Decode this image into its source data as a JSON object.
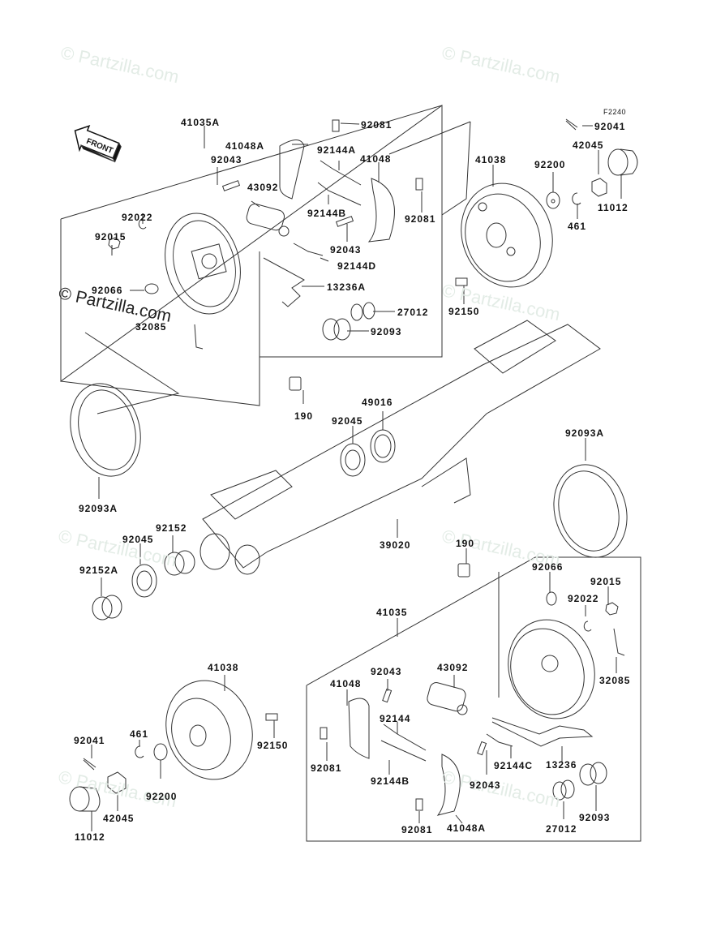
{
  "diagram": {
    "figure_code": "F2240",
    "front_label": "FRONT",
    "watermark": "© Partzilla.com",
    "upper_assembly": {
      "assembly_label": "41035A",
      "parts": [
        "41048A",
        "92081",
        "92043",
        "92144A",
        "41048",
        "43092",
        "92144B",
        "92081",
        "92022",
        "92015",
        "92043",
        "92144D",
        "92066",
        "13236A",
        "27012",
        "32085",
        "92093"
      ]
    },
    "upper_hub": {
      "parts": [
        "92041",
        "42045",
        "41038",
        "92200",
        "11012",
        "461",
        "92150"
      ]
    },
    "axle": {
      "parts": [
        "190",
        "49016",
        "92045",
        "92093A",
        "92093A",
        "92152",
        "92045",
        "92152A",
        "39020",
        "190"
      ]
    },
    "lower_assembly": {
      "assembly_label": "41035",
      "parts": [
        "92066",
        "92015",
        "92022",
        "32085",
        "92043",
        "43092",
        "41048",
        "92144",
        "92081",
        "92144B",
        "92144C",
        "13236",
        "92043",
        "92093",
        "27012",
        "92081",
        "41048A"
      ]
    },
    "lower_hub": {
      "parts": [
        "41038",
        "92150",
        "92041",
        "461",
        "92200",
        "42045",
        "11012"
      ]
    }
  }
}
